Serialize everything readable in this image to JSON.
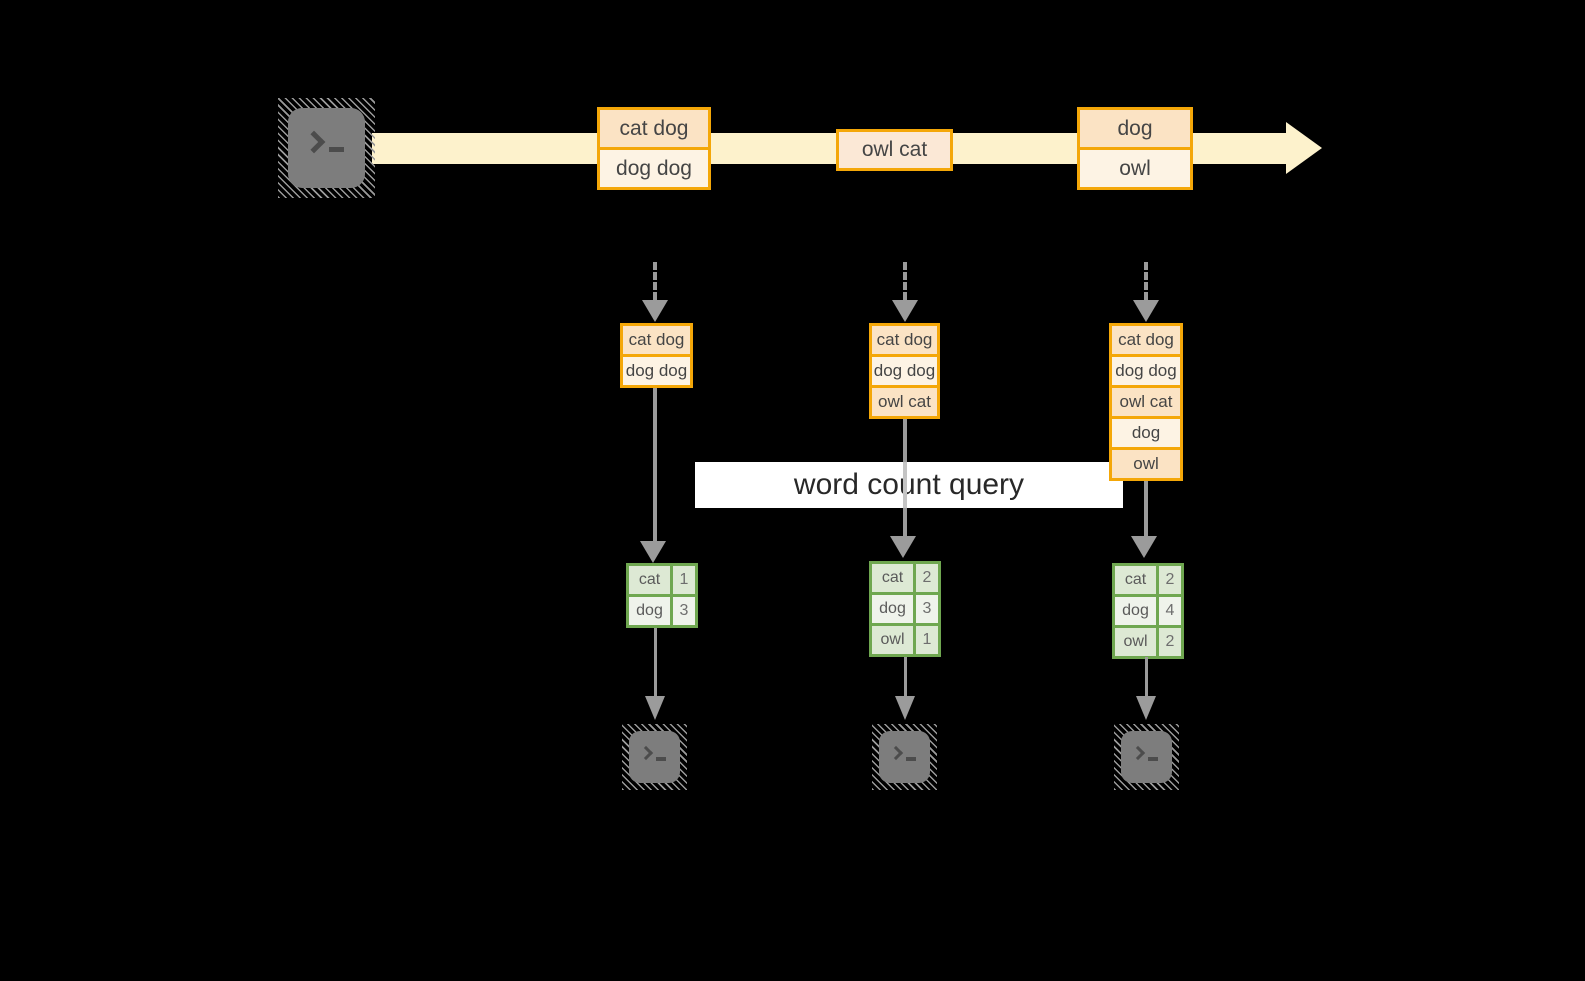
{
  "query_box": {
    "label": "word count query"
  },
  "stream": {
    "batches": [
      {
        "records": [
          "cat dog",
          "dog dog"
        ]
      },
      {
        "records": [
          "owl cat"
        ]
      },
      {
        "records": [
          "dog",
          "owl"
        ]
      }
    ]
  },
  "pipelines": [
    {
      "input_buffer": [
        "cat dog",
        "dog dog"
      ],
      "counts": [
        {
          "word": "cat",
          "count": "1"
        },
        {
          "word": "dog",
          "count": "3"
        }
      ]
    },
    {
      "input_buffer": [
        "cat dog",
        "dog dog",
        "owl cat"
      ],
      "counts": [
        {
          "word": "cat",
          "count": "2"
        },
        {
          "word": "dog",
          "count": "3"
        },
        {
          "word": "owl",
          "count": "1"
        }
      ]
    },
    {
      "input_buffer": [
        "cat dog",
        "dog dog",
        "owl cat",
        "dog",
        "owl"
      ],
      "counts": [
        {
          "word": "cat",
          "count": "2"
        },
        {
          "word": "dog",
          "count": "4"
        },
        {
          "word": "owl",
          "count": "2"
        }
      ]
    }
  ],
  "colors": {
    "background": "#000000",
    "stream_band": "#fdf2cc",
    "record_border": "#f4a708",
    "record_fill_dark": "#fbe3c4",
    "record_fill_light": "#fdf3e4",
    "table_border": "#6fa750",
    "table_cell_dark": "#dde9d4",
    "table_cell_light": "#eff3eb",
    "arrow_gray": "#9b9b9b",
    "terminal_gray": "#7d7d7d",
    "query_box_bg": "#ffffff"
  }
}
